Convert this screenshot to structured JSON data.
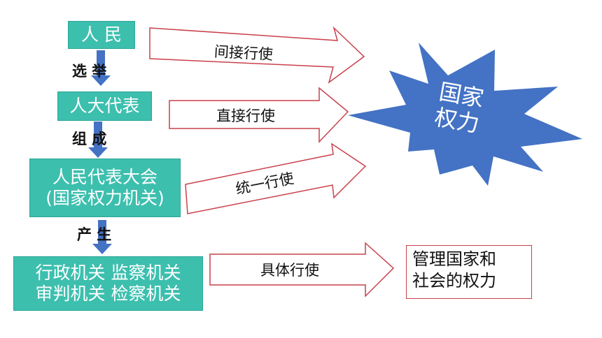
{
  "nodes": {
    "people": "人 民",
    "deputies": "人大代表",
    "congress": [
      "人民代表大会",
      "(国家权力机关)"
    ],
    "organs": [
      "行政机关 监察机关",
      "审判机关 检察机关"
    ]
  },
  "down_labels": {
    "elect": "选 举",
    "compose": "组 成",
    "produce": "产 生"
  },
  "arrows": {
    "indirect": "间接行使",
    "direct": "直接行使",
    "unified": "统一行使",
    "concrete": "具体行使"
  },
  "state_power": [
    "国家",
    "权力"
  ],
  "result": [
    "管理国家和",
    "社会的权力"
  ],
  "colors": {
    "node_fill": "#3dbfae",
    "down_arrow": "#4472c4",
    "outline_arrow": "#c9414c",
    "star_fill": "#4472c4"
  }
}
